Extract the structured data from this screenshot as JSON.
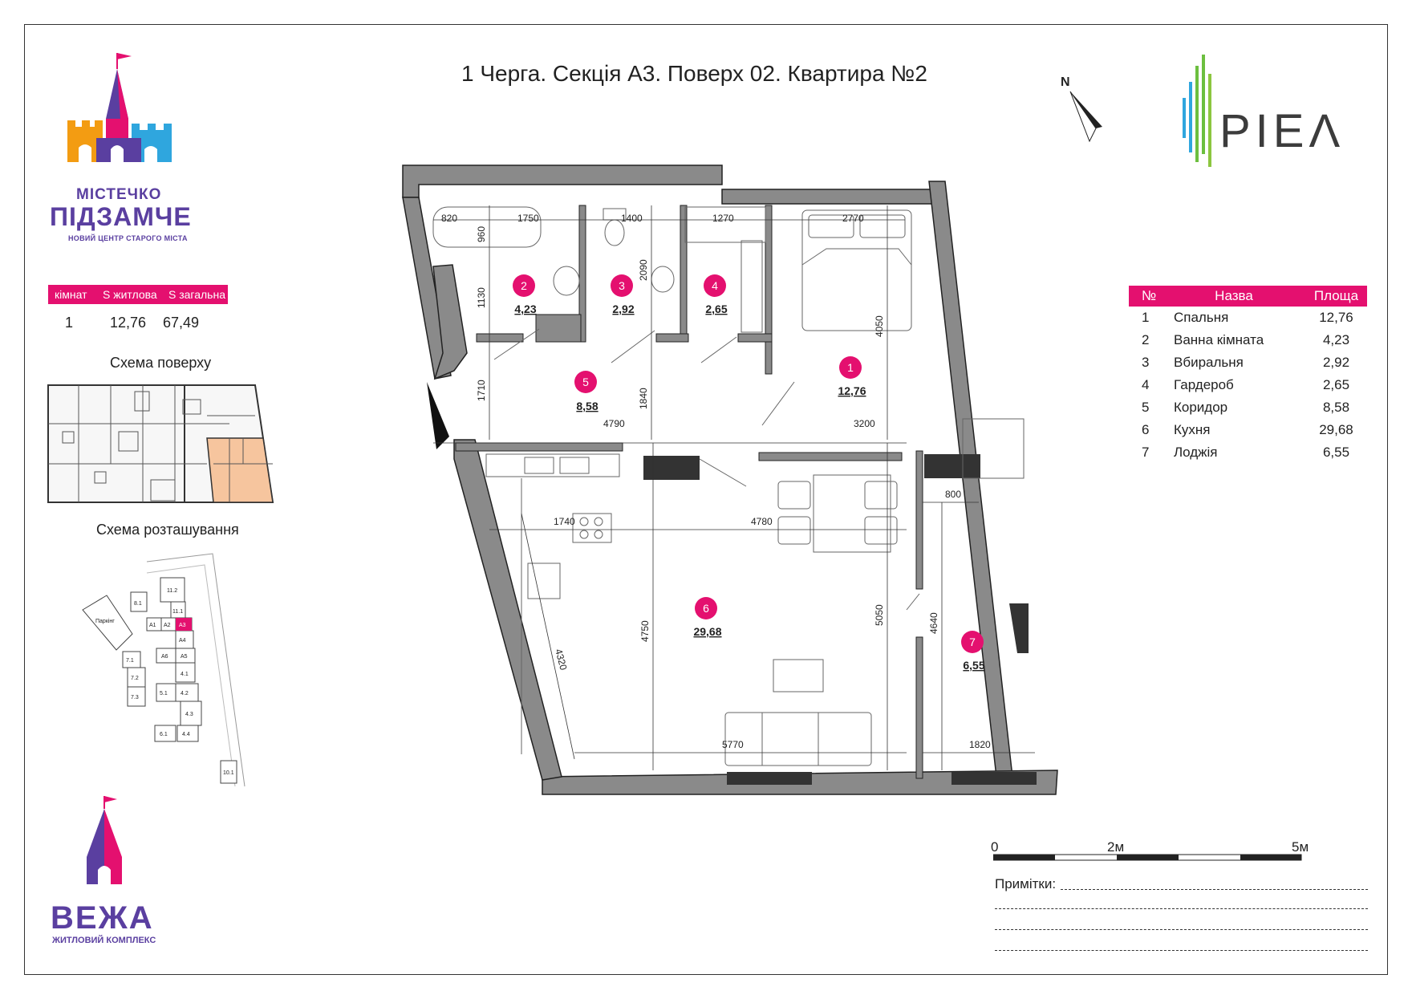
{
  "page": {
    "title": "1 Черга. Секція А3. Поверх 02. Квартира №2"
  },
  "brand": {
    "line1": "МІСТЕЧКО",
    "line2": "ПІДЗАМЧЕ",
    "line3": "НОВИЙ ЦЕНТР СТАРОГО МІСТА",
    "bottom_name": "ВЕЖА",
    "bottom_sub": "ЖИТЛОВИЙ КОМПЛЕКС",
    "developer": "PIEΛ",
    "accent": "#e4106f",
    "purple": "#5a3fa0"
  },
  "summary": {
    "headers": [
      "кімнат",
      "S житлова",
      "S загальна"
    ],
    "values": [
      "1",
      "12,76",
      "67,49"
    ]
  },
  "captions": {
    "floor_scheme": "Схема поверху",
    "location_scheme": "Схема розташування"
  },
  "location_labels": [
    "11.2",
    "11.1",
    "8.1",
    "А1",
    "А2",
    "А3",
    "А4",
    "А5",
    "А6",
    "Паркінг",
    "7.1",
    "7.2",
    "7.3",
    "4.1",
    "4.2",
    "4.3",
    "4.4",
    "5.1",
    "6.1",
    "10.1"
  ],
  "north_label": "N",
  "rooms_table": {
    "headers": [
      "№",
      "Назва",
      "Площа"
    ],
    "rows": [
      {
        "n": "1",
        "name": "Спальня",
        "area": "12,76"
      },
      {
        "n": "2",
        "name": "Ванна кімната",
        "area": "4,23"
      },
      {
        "n": "3",
        "name": "Вбиральня",
        "area": "2,92"
      },
      {
        "n": "4",
        "name": "Гардероб",
        "area": "2,65"
      },
      {
        "n": "5",
        "name": "Коридор",
        "area": "8,58"
      },
      {
        "n": "6",
        "name": "Кухня",
        "area": "29,68"
      },
      {
        "n": "7",
        "name": "Лоджія",
        "area": "6,55"
      }
    ]
  },
  "plan_rooms": [
    {
      "n": "1",
      "area": "12,76"
    },
    {
      "n": "2",
      "area": "4,23"
    },
    {
      "n": "3",
      "area": "2,92"
    },
    {
      "n": "4",
      "area": "2,65"
    },
    {
      "n": "5",
      "area": "8,58"
    },
    {
      "n": "6",
      "area": "29,68"
    },
    {
      "n": "7",
      "area": "6,55"
    }
  ],
  "dimensions": [
    "820",
    "1750",
    "1400",
    "1270",
    "2770",
    "960",
    "1130",
    "2090",
    "4050",
    "1710",
    "1840",
    "4790",
    "3200",
    "800",
    "1740",
    "4780",
    "4320",
    "4750",
    "5050",
    "4640",
    "5770",
    "1820"
  ],
  "scale": {
    "labels": [
      "0",
      "2м",
      "5м"
    ]
  },
  "notes": {
    "label": "Примітки:"
  }
}
